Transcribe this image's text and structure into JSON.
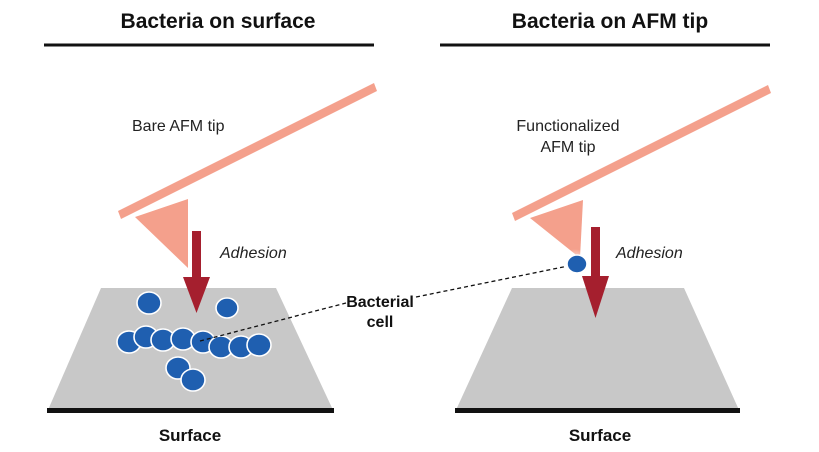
{
  "left_panel": {
    "title": "Bacteria on surface",
    "tip_label": "Bare AFM tip",
    "force_label": "Adhesion",
    "surface_label": "Surface"
  },
  "right_panel": {
    "title": "Bacteria on AFM tip",
    "tip_label_line1": "Functionalized",
    "tip_label_line2": "AFM tip",
    "force_label": "Adhesion",
    "surface_label": "Surface"
  },
  "center_callout": {
    "line1": "Bacterial",
    "line2": "cell"
  },
  "colors": {
    "cantilever": "#f4a08c",
    "tip": "#f4a08c",
    "arrow": "#a51f2e",
    "surface_fill": "#c8c8c8",
    "surface_edge": "#111111",
    "cell_fill": "#1f5fb0",
    "cell_stroke": "#ffffff",
    "rule": "#111111"
  }
}
